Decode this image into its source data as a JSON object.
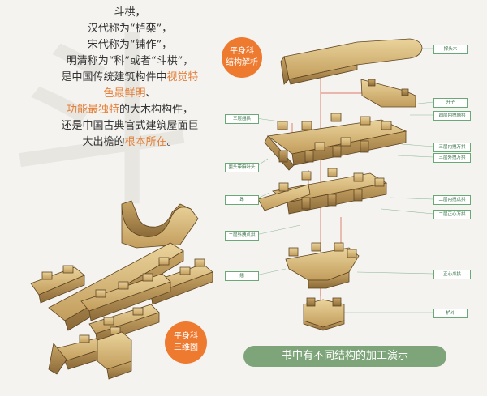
{
  "background_char": "斗",
  "intro": {
    "lines": [
      {
        "parts": [
          {
            "t": "斗栱，"
          }
        ]
      },
      {
        "parts": [
          {
            "t": "汉代称为“栌栾”，"
          }
        ]
      },
      {
        "parts": [
          {
            "t": "宋代称为“铺作”，"
          }
        ]
      },
      {
        "parts": [
          {
            "t": "明清称为“科”或者“斗栱”，"
          }
        ]
      },
      {
        "parts": [
          {
            "t": "是中国传统建筑构件中"
          },
          {
            "t": "视觉特",
            "hl": true
          }
        ]
      },
      {
        "parts": [
          {
            "t": "色最鲜明",
            "hl": true
          },
          {
            "t": "、"
          }
        ]
      },
      {
        "parts": [
          {
            "t": "功能最独特",
            "hl": true
          },
          {
            "t": "的大木构构件，"
          }
        ]
      },
      {
        "parts": [
          {
            "t": "还是中国古典官式建筑屋面巨"
          }
        ]
      },
      {
        "parts": [
          {
            "t": "大出檐的"
          },
          {
            "t": "根本所在",
            "hl": true
          },
          {
            "t": "。"
          }
        ]
      }
    ]
  },
  "badges": {
    "exploded": {
      "line1": "平身科",
      "line2": "结构解析"
    },
    "three_d": {
      "line1": "平身科",
      "line2": "三维图"
    }
  },
  "tags": {
    "t1": "撑头木",
    "t2": "升子",
    "t3": "四层内拽翘拱",
    "t4": "三层翘拱",
    "t5": "三层内拽万拱",
    "t6": "三层外拽万拱",
    "t7": "耍头带麻叶头",
    "t8": "昂",
    "t9": "二层内拽瓜拱",
    "t10": "二层正心万拱",
    "t11": "二层外拽瓜拱",
    "t12": "翘",
    "t13": "正心瓜拱",
    "t14": "栌斗"
  },
  "bottom_banner": "书中有不同结构的加工演示",
  "colors": {
    "accent_orange": "#ee7a30",
    "banner_green": "#7ea57a",
    "tag_border": "#6aa977",
    "wood_light": "#e0c688",
    "wood_mid": "#c7a464",
    "wood_dark": "#8a6a3a"
  }
}
